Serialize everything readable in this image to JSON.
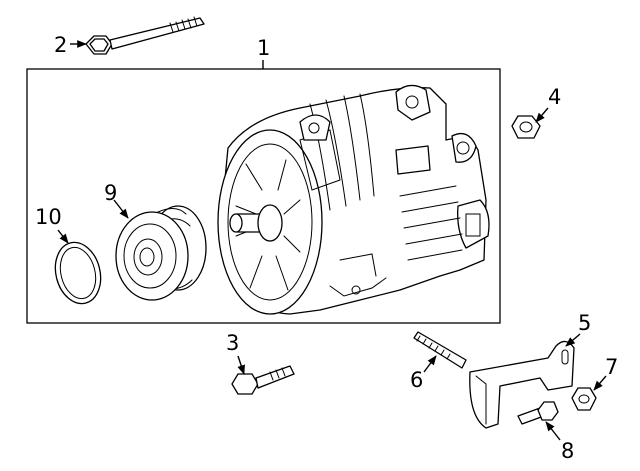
{
  "callouts": {
    "c1": "1",
    "c2": "2",
    "c3": "3",
    "c4": "4",
    "c5": "5",
    "c6": "6",
    "c7": "7",
    "c8": "8",
    "c9": "9",
    "c10": "10"
  },
  "icons": {
    "alternator": "alternator-assembly-icon",
    "pulley": "pulley-icon",
    "seal": "seal-ring-icon",
    "bolt": "bolt-icon",
    "nut": "nut-icon",
    "stud": "stud-icon",
    "bracket": "bracket-icon"
  },
  "colors": {
    "line": "#000000",
    "background": "#ffffff"
  }
}
